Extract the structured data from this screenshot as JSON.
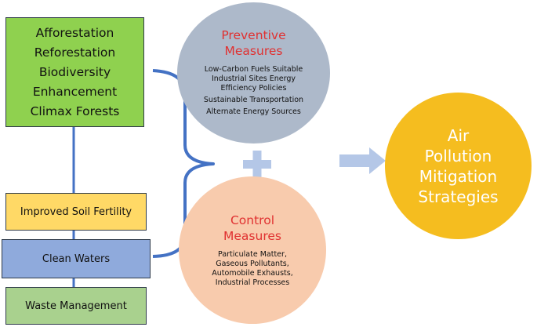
{
  "green_box": {
    "items": [
      "Afforestation",
      "Reforestation",
      "Biodiversity",
      "Enhancement",
      "Climax Forests"
    ]
  },
  "soil_box": {
    "label": "Improved Soil Fertility"
  },
  "water_box": {
    "label": "Clean Waters"
  },
  "waste_box": {
    "label": "Waste Management"
  },
  "preventive": {
    "title_line1": "Preventive",
    "title_line2": "Measures",
    "items": [
      "Low-Carbon Fuels Suitable",
      "Industrial Sites Energy",
      "Efficiency Policies",
      "Sustainable Transportation",
      "Alternate Energy Sources"
    ]
  },
  "control": {
    "title_line1": "Control",
    "title_line2": "Measures",
    "items": [
      "Particulate Matter,",
      "Gaseous Pollutants,",
      "Automobile Exhausts,",
      "Industrial Processes"
    ]
  },
  "result": {
    "lines": [
      "Air",
      "Pollution",
      "Mitigation",
      "Strategies"
    ]
  },
  "colors": {
    "connector": "#4472c4",
    "plus": "#b4c7e7",
    "arrow": "#b4c7e7",
    "title_red": "#e03131"
  }
}
